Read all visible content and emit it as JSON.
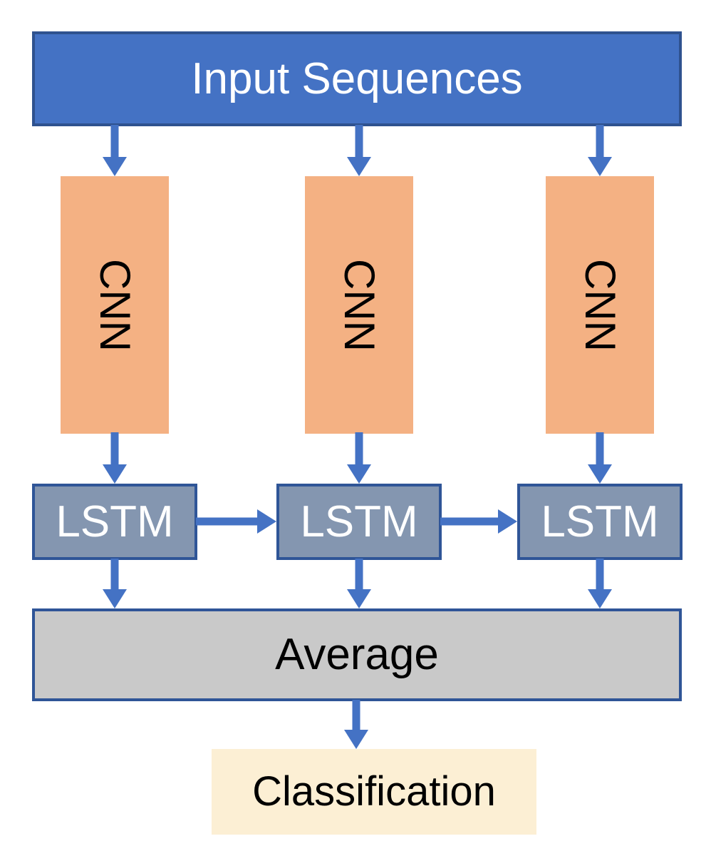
{
  "diagram": {
    "input_label": "Input Sequences",
    "branches": [
      {
        "cnn_label": "CNN",
        "lstm_label": "LSTM"
      },
      {
        "cnn_label": "CNN",
        "lstm_label": "LSTM"
      },
      {
        "cnn_label": "CNN",
        "lstm_label": "LSTM"
      }
    ],
    "average_label": "Average",
    "classification_label": "Classification"
  },
  "colors": {
    "arrow": "#4472C4",
    "banner-fill": "#4472C4",
    "banner-border": "#2F528F",
    "cnn-fill": "#F4B183",
    "lstm-fill": "#8496B0",
    "lstm-border": "#2F5597",
    "average-fill": "#C9C9C9",
    "average-border": "#2F5597",
    "classification-fill": "#FCEFD4",
    "text-light": "#FFFFFF",
    "text-dark": "#000000"
  }
}
